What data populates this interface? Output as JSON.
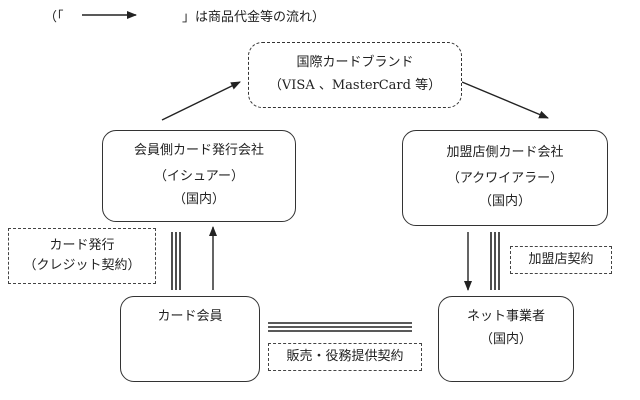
{
  "legend": {
    "open": "（「",
    "close": "」は商品代金等の流れ）"
  },
  "nodes": {
    "brand": {
      "line1": "国際カードブランド",
      "line2": "（VISA 、MasterCard 等）"
    },
    "issuer": {
      "line1": "会員側カード発行会社",
      "line2": "（イシュアー）",
      "line3": "（国内）"
    },
    "acquirer": {
      "line1": "加盟店側カード会社",
      "line2": "（アクワイアラー）",
      "line3": "（国内）"
    },
    "member": {
      "line1": "カード会員"
    },
    "merchant": {
      "line1": "ネット事業者",
      "line2": "（国内）"
    }
  },
  "labels": {
    "card_issue": {
      "line1": "カード発行",
      "line2": "（クレジット契約）"
    },
    "merchant_contract": {
      "line1": "加盟店契約"
    },
    "sales_contract": {
      "line1": "販売・役務提供契約"
    }
  },
  "colors": {
    "line": "#222222",
    "border": "#333333"
  }
}
